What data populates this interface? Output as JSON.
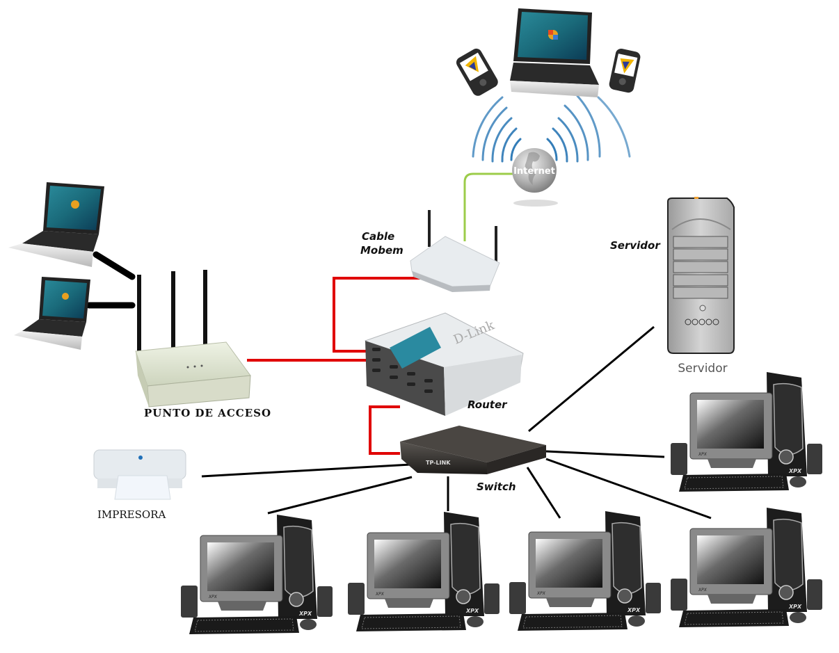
{
  "diagram": {
    "title": "Network diagram",
    "labels": {
      "internet": "Internet",
      "cable_modem": [
        "Cable",
        "Mobem"
      ],
      "router": "Router",
      "switch": "Switch",
      "server_top": "Servidor",
      "server_bottom": "Servidor",
      "access_point": "PUNTO DE ACCESO",
      "printer": "IMPRESORA",
      "pc_brand": "XPX",
      "router_brand": "D-Link",
      "switch_brand": "TP-LINK",
      "laptop_os": "Windows Vista"
    },
    "colors": {
      "lan_cable": "#e00000",
      "ethernet_cable": "#000000",
      "wan_cable": "#9ccc4a",
      "wifi_wave": "#1d6fb0"
    },
    "nodes": [
      {
        "id": "internet",
        "type": "globe"
      },
      {
        "id": "wireless-laptop",
        "type": "laptop"
      },
      {
        "id": "phone-left",
        "type": "smartphone"
      },
      {
        "id": "phone-right",
        "type": "smartphone"
      },
      {
        "id": "cable-modem",
        "type": "modem"
      },
      {
        "id": "router",
        "type": "router"
      },
      {
        "id": "switch",
        "type": "switch"
      },
      {
        "id": "server",
        "type": "server"
      },
      {
        "id": "access-point",
        "type": "access-point"
      },
      {
        "id": "laptop-1",
        "type": "laptop"
      },
      {
        "id": "laptop-2",
        "type": "laptop"
      },
      {
        "id": "printer",
        "type": "printer"
      },
      {
        "id": "pc-right",
        "type": "desktop"
      },
      {
        "id": "pc-bottom-1",
        "type": "desktop"
      },
      {
        "id": "pc-bottom-2",
        "type": "desktop"
      },
      {
        "id": "pc-bottom-3",
        "type": "desktop"
      },
      {
        "id": "pc-bottom-4",
        "type": "desktop"
      }
    ],
    "connections": [
      {
        "from": "cable-modem",
        "to": "internet",
        "kind": "wan"
      },
      {
        "from": "cable-modem",
        "to": "router",
        "kind": "lan"
      },
      {
        "from": "router",
        "to": "access-point",
        "kind": "lan"
      },
      {
        "from": "router",
        "to": "switch",
        "kind": "lan"
      },
      {
        "from": "access-point",
        "to": "laptop-1",
        "kind": "ethernet"
      },
      {
        "from": "access-point",
        "to": "laptop-2",
        "kind": "ethernet"
      },
      {
        "from": "switch",
        "to": "server",
        "kind": "ethernet"
      },
      {
        "from": "switch",
        "to": "printer",
        "kind": "ethernet"
      },
      {
        "from": "switch",
        "to": "pc-right",
        "kind": "ethernet"
      },
      {
        "from": "switch",
        "to": "pc-bottom-1",
        "kind": "ethernet"
      },
      {
        "from": "switch",
        "to": "pc-bottom-2",
        "kind": "ethernet"
      },
      {
        "from": "switch",
        "to": "pc-bottom-3",
        "kind": "ethernet"
      },
      {
        "from": "switch",
        "to": "pc-bottom-4",
        "kind": "ethernet"
      }
    ]
  }
}
